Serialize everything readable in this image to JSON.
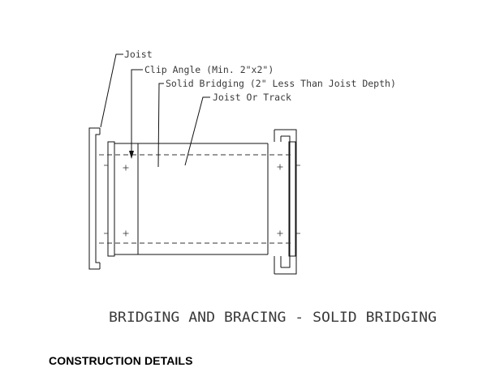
{
  "labels": {
    "joist": "Joist",
    "clip_angle": "Clip Angle (Min. 2\"x2\")",
    "solid_bridging": "Solid Bridging (2\" Less Than Joist Depth)",
    "joist_or_track": "Joist Or Track"
  },
  "title": "BRIDGING AND BRACING - SOLID BRIDGING",
  "footer": "CONSTRUCTION DETAILS"
}
